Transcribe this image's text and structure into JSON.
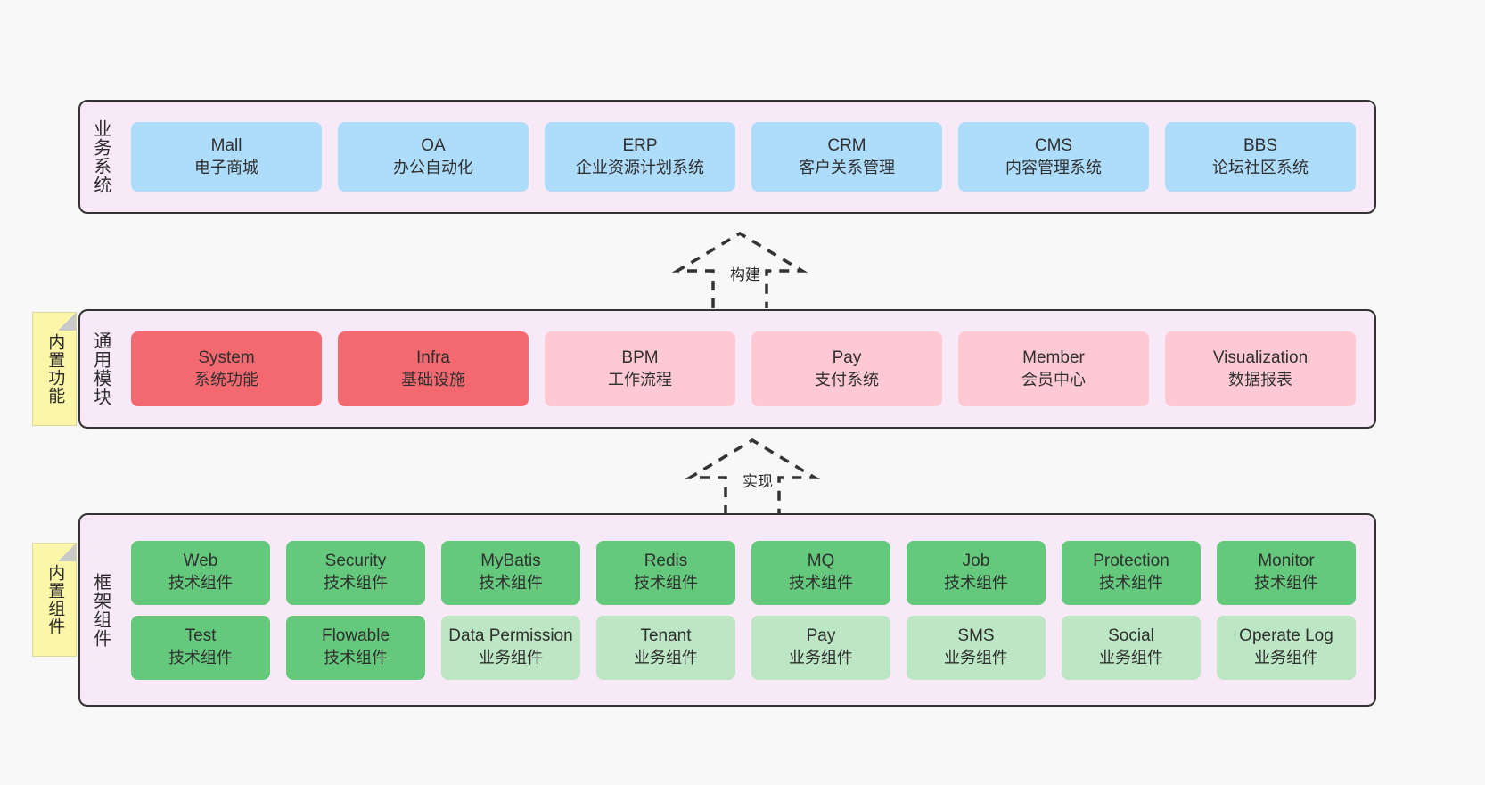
{
  "diagram": {
    "title": "Architecture layers diagram",
    "background": "#f8f8f8"
  },
  "colors": {
    "band_bg": "#f7e9f6",
    "band_border": "#333333",
    "business_card": "#aedcfb",
    "module_core": "#f4696f",
    "module_optional": "#ffc9d4",
    "tech_component": "#64c97c",
    "biz_component": "#bce6c4",
    "note_bg": "#fcf7a8",
    "note_fold": "#c9c9c9"
  },
  "notes": [
    {
      "name": "builtin-functions",
      "label": "内置功能"
    },
    {
      "name": "builtin-components",
      "label": "内置组件"
    }
  ],
  "arrows": [
    {
      "name": "build-arrow",
      "label": "构建",
      "direction": "up",
      "style": "dashed-hollow"
    },
    {
      "name": "implement-arrow",
      "label": "实现",
      "direction": "up",
      "style": "dashed-hollow"
    }
  ],
  "bands": {
    "business": {
      "title": "业务系统",
      "cards": [
        {
          "name": "Mall",
          "desc": "电子商城"
        },
        {
          "name": "OA",
          "desc": "办公自动化"
        },
        {
          "name": "ERP",
          "desc": "企业资源计划系统"
        },
        {
          "name": "CRM",
          "desc": "客户关系管理"
        },
        {
          "name": "CMS",
          "desc": "内容管理系统"
        },
        {
          "name": "BBS",
          "desc": "论坛社区系统"
        }
      ]
    },
    "modules": {
      "title": "通用模块",
      "cards": [
        {
          "name": "System",
          "desc": "系统功能",
          "variant": "core"
        },
        {
          "name": "Infra",
          "desc": "基础设施",
          "variant": "core"
        },
        {
          "name": "BPM",
          "desc": "工作流程",
          "variant": "optional"
        },
        {
          "name": "Pay",
          "desc": "支付系统",
          "variant": "optional"
        },
        {
          "name": "Member",
          "desc": "会员中心",
          "variant": "optional"
        },
        {
          "name": "Visualization",
          "desc": "数据报表",
          "variant": "optional"
        }
      ]
    },
    "framework": {
      "title": "框架组件",
      "row1": [
        {
          "name": "Web",
          "desc": "技术组件",
          "variant": "tech"
        },
        {
          "name": "Security",
          "desc": "技术组件",
          "variant": "tech"
        },
        {
          "name": "MyBatis",
          "desc": "技术组件",
          "variant": "tech"
        },
        {
          "name": "Redis",
          "desc": "技术组件",
          "variant": "tech"
        },
        {
          "name": "MQ",
          "desc": "技术组件",
          "variant": "tech"
        },
        {
          "name": "Job",
          "desc": "技术组件",
          "variant": "tech"
        },
        {
          "name": "Protection",
          "desc": "技术组件",
          "variant": "tech"
        },
        {
          "name": "Monitor",
          "desc": "技术组件",
          "variant": "tech"
        }
      ],
      "row2": [
        {
          "name": "Test",
          "desc": "技术组件",
          "variant": "tech"
        },
        {
          "name": "Flowable",
          "desc": "技术组件",
          "variant": "tech"
        },
        {
          "name": "Data Permission",
          "desc": "业务组件",
          "variant": "biz"
        },
        {
          "name": "Tenant",
          "desc": "业务组件",
          "variant": "biz"
        },
        {
          "name": "Pay",
          "desc": "业务组件",
          "variant": "biz"
        },
        {
          "name": "SMS",
          "desc": "业务组件",
          "variant": "biz"
        },
        {
          "name": "Social",
          "desc": "业务组件",
          "variant": "biz"
        },
        {
          "name": "Operate Log",
          "desc": "业务组件",
          "variant": "biz"
        }
      ]
    }
  }
}
